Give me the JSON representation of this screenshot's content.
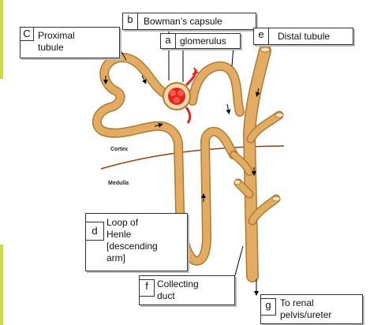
{
  "labels": {
    "a": {
      "letter": "a",
      "text": "glomerulus"
    },
    "b": {
      "letter": "b",
      "text": "Bowman’s capsule"
    },
    "c": {
      "letter": "C",
      "line1": "Proximal",
      "line2": "tubule"
    },
    "d": {
      "letter": "d",
      "line1": "Loop of",
      "line2": "Henle",
      "line3": "[descending",
      "line4": "arm]"
    },
    "e": {
      "letter": "e",
      "text": "Distal tubule"
    },
    "f": {
      "letter": "f",
      "line1": "Collecting",
      "line2": "duct"
    },
    "g": {
      "letter": "g",
      "line1": "To renal",
      "line2": "pelvis/ureter"
    }
  },
  "regions": {
    "cortex": "Cortex",
    "medulla": "Medulla"
  },
  "colors": {
    "tubule": "#e2ac62",
    "tubule_shade": "#c98f45",
    "boundary": "#8b4513",
    "glomerulus": "#e8231f",
    "accent_bar": "#c9d94a"
  }
}
